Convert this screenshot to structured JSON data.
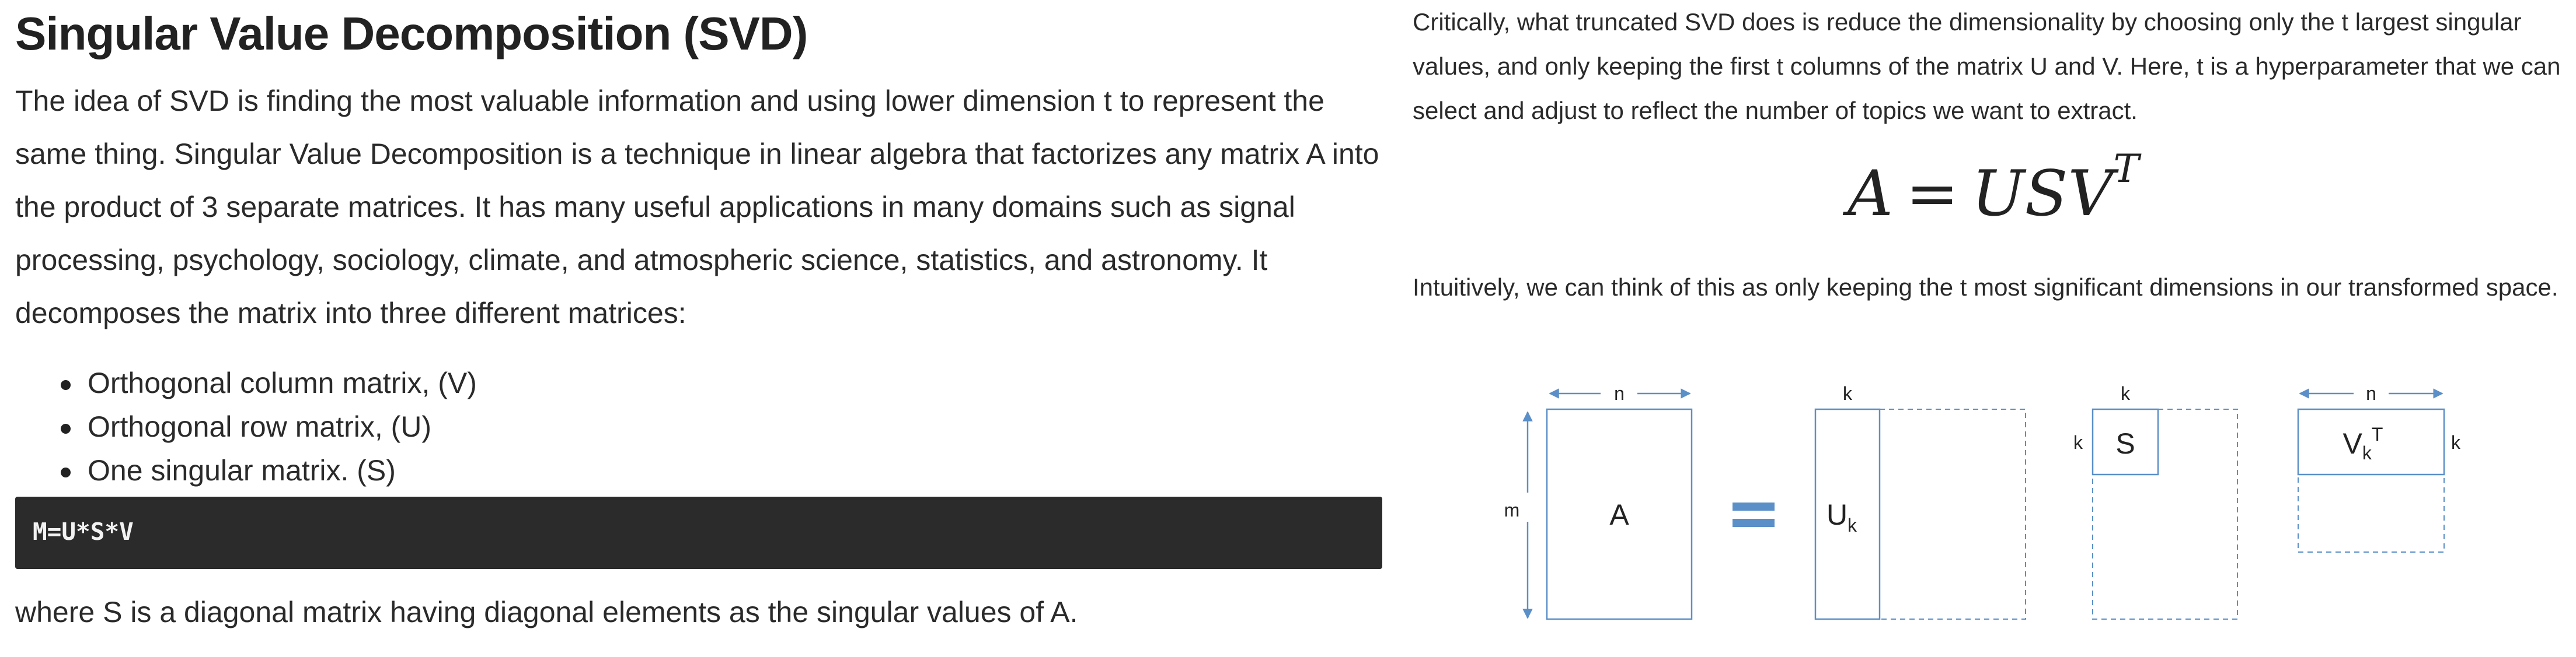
{
  "left": {
    "title": "Singular Value Decomposition (SVD)",
    "intro": "The idea of SVD is finding the most valuable information and using lower dimension t to represent the same thing. Singular Value Decomposition is a technique in linear algebra that factorizes any matrix A into the product of 3 separate matrices. It has many useful applications in many domains such as signal processing, psychology, sociology, climate, and atmospheric science, statistics, and astronomy. It decomposes the matrix into three different matrices:",
    "bullets": [
      "Orthogonal column matrix, (V)",
      "Orthogonal row matrix, (U)",
      "One singular matrix. (S)"
    ],
    "code": "M=U*S*V",
    "outro": "where S is a diagonal matrix having diagonal elements as the singular values of A."
  },
  "right": {
    "para1": "Critically, what truncated SVD does is reduce the dimensionality by choosing only the t largest singular values, and only keeping the first t columns of the matrix U and V. Here, t is a hyperparameter that we can select and adjust to reflect the number of topics we want to extract.",
    "equation": {
      "lhs": "A",
      "eq": "=",
      "rhs": "USV",
      "sup": "T"
    },
    "para2": "Intuitively, we can think of this as only keeping the t most significant dimensions in our transformed space."
  },
  "diagram": {
    "colors": {
      "stroke": "#5a8fc8",
      "text": "#222222",
      "equals": "#5a8fc8"
    },
    "labels": {
      "n_left": "n",
      "m": "m",
      "A": "A",
      "k_u": "k",
      "U": "U",
      "U_sub": "k",
      "k_s_top": "k",
      "k_s_left": "k",
      "S": "S",
      "n_right": "n",
      "V": "V",
      "V_sub": "k",
      "V_sup": "T",
      "k_v_right": "k"
    }
  }
}
